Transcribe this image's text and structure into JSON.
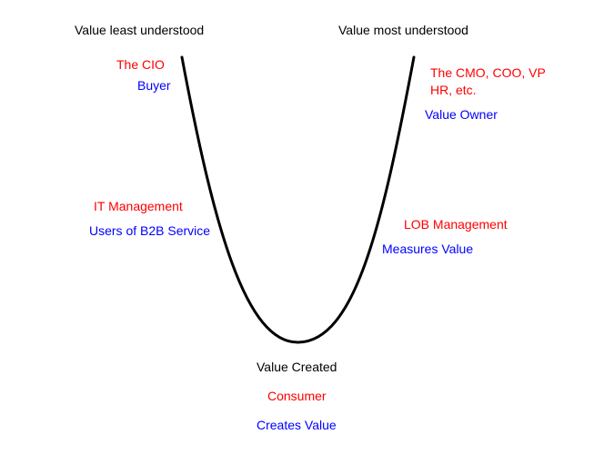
{
  "colors": {
    "heading": "#000000",
    "role": "#ff0000",
    "function": "#0000ff",
    "curve": "#000000"
  },
  "headings": {
    "left": "Value least understood",
    "right": "Value most understood"
  },
  "left_side": {
    "top_role": "The CIO",
    "top_function": "Buyer",
    "mid_role": "IT Management",
    "mid_function": "Users of B2B Service"
  },
  "right_side": {
    "top_role_line1": "The CMO, COO, VP",
    "top_role_line2": "HR, etc.",
    "top_function": "Value Owner",
    "mid_role": "LOB Management",
    "mid_function": "Measures Value"
  },
  "bottom": {
    "heading": "Value Created",
    "role": "Consumer",
    "function": "Creates Value"
  }
}
